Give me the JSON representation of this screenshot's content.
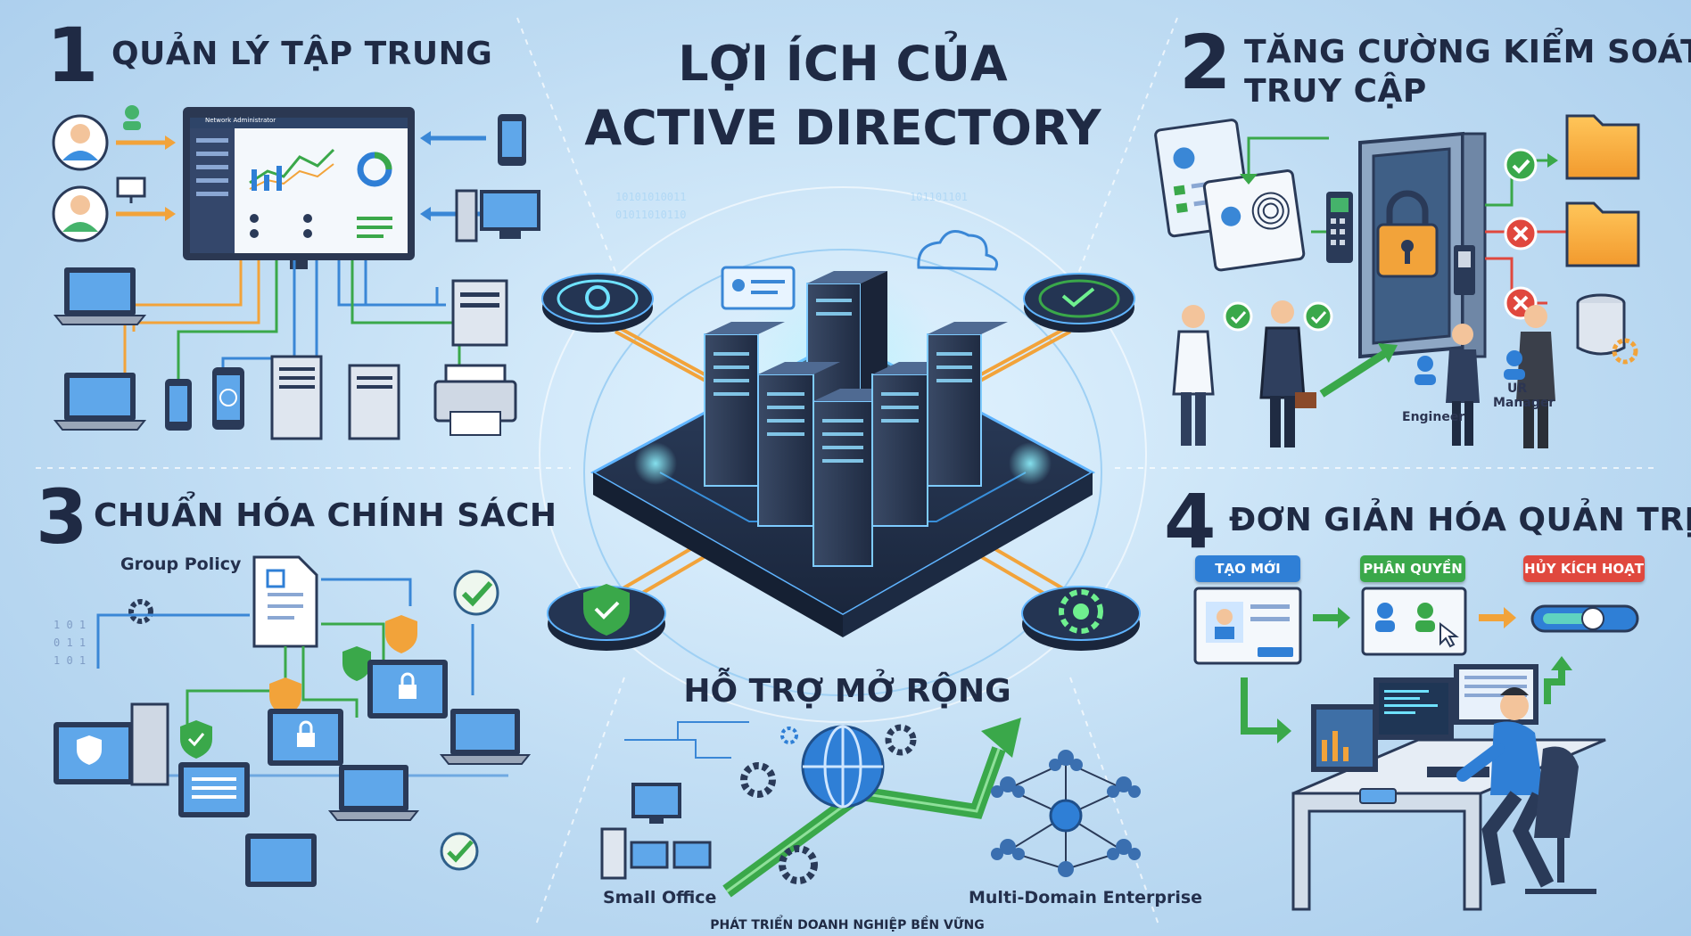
{
  "title": {
    "line1": "LỢI ÍCH CỦA",
    "line2": "ACTIVE DIRECTORY"
  },
  "sections": [
    {
      "number": "1",
      "title": "QUẢN LÝ TẬP TRUNG"
    },
    {
      "number": "2",
      "title_line1": "TĂNG CƯỜNG KIỂM SOÁT",
      "title_line2": "TRUY CẬP"
    },
    {
      "number": "3",
      "title": "CHUẨN HÓA CHÍNH SÁCH"
    },
    {
      "number": "4",
      "title": "ĐƠN GIẢN HÓA QUẢN TRỊ"
    }
  ],
  "center_bottom": {
    "title": "HỖ TRỢ MỞ RỘNG",
    "caption": "PHÁT TRIỂN DOANH NGHIỆP BỀN VỮNG"
  },
  "labels": {
    "group_policy": "Group Policy",
    "small_office": "Small Office",
    "multi_domain": "Multi-Domain Enterprise",
    "engineer": "Engineer",
    "hr_manager_1": "UR",
    "hr_manager_2": "Manager",
    "dashboard_title": "Network Administrator"
  },
  "workflow": [
    {
      "label": "TẠO MỚI",
      "color": "#2f7fd6"
    },
    {
      "label": "PHÂN QUYỀN",
      "color": "#3aa84a"
    },
    {
      "label": "HỦY KÍCH HOẠT",
      "color": "#e0483e"
    }
  ],
  "colors": {
    "accent_blue": "#2f7fd6",
    "accent_green": "#3aa84a",
    "accent_red": "#e0483e",
    "accent_orange": "#f2a33a",
    "text_dark": "#1f2a44"
  },
  "icons": [
    "user-icon",
    "phone-icon",
    "desktop-icon",
    "laptop-icon",
    "printer-icon",
    "server-icon",
    "lock-icon",
    "folder-icon",
    "check-icon",
    "cross-icon",
    "shield-icon",
    "gear-icon",
    "globe-icon",
    "document-icon",
    "toggle-icon"
  ]
}
